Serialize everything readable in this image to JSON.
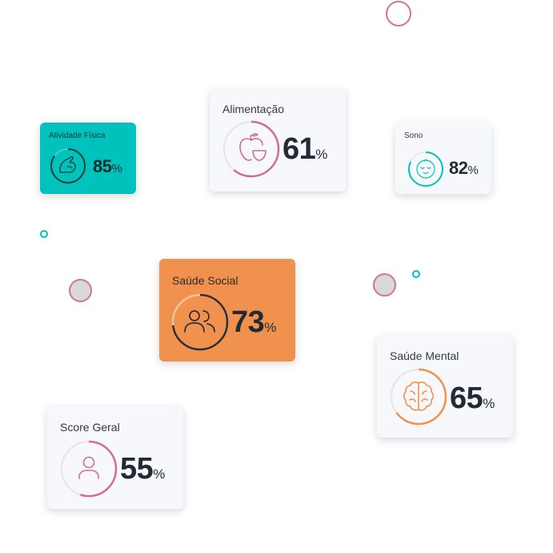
{
  "colors": {
    "teal": "#00c2bd",
    "orange": "#f0924d",
    "pink": "#cf6f8c",
    "card_bg": "#f7f8fb",
    "dark_text": "#232a36"
  },
  "cards": {
    "atividade": {
      "title": "Atividade Física",
      "value": "85",
      "unit": "%",
      "progress": 0.85,
      "icon": "flexed-arm-icon"
    },
    "alimentacao": {
      "title": "Alimentação",
      "value": "61",
      "unit": "%",
      "progress": 0.61,
      "icon": "apple-bowl-icon"
    },
    "sono": {
      "title": "Sono",
      "value": "82",
      "unit": "%",
      "progress": 0.82,
      "icon": "sleeping-face-icon"
    },
    "social": {
      "title": "Saúde Social",
      "value": "73",
      "unit": "%",
      "progress": 0.73,
      "icon": "people-icon"
    },
    "mental": {
      "title": "Saúde Mental",
      "value": "65",
      "unit": "%",
      "progress": 0.65,
      "icon": "brain-icon"
    },
    "geral": {
      "title": "Score Geral",
      "value": "55",
      "unit": "%",
      "progress": 0.55,
      "icon": "user-icon"
    }
  }
}
